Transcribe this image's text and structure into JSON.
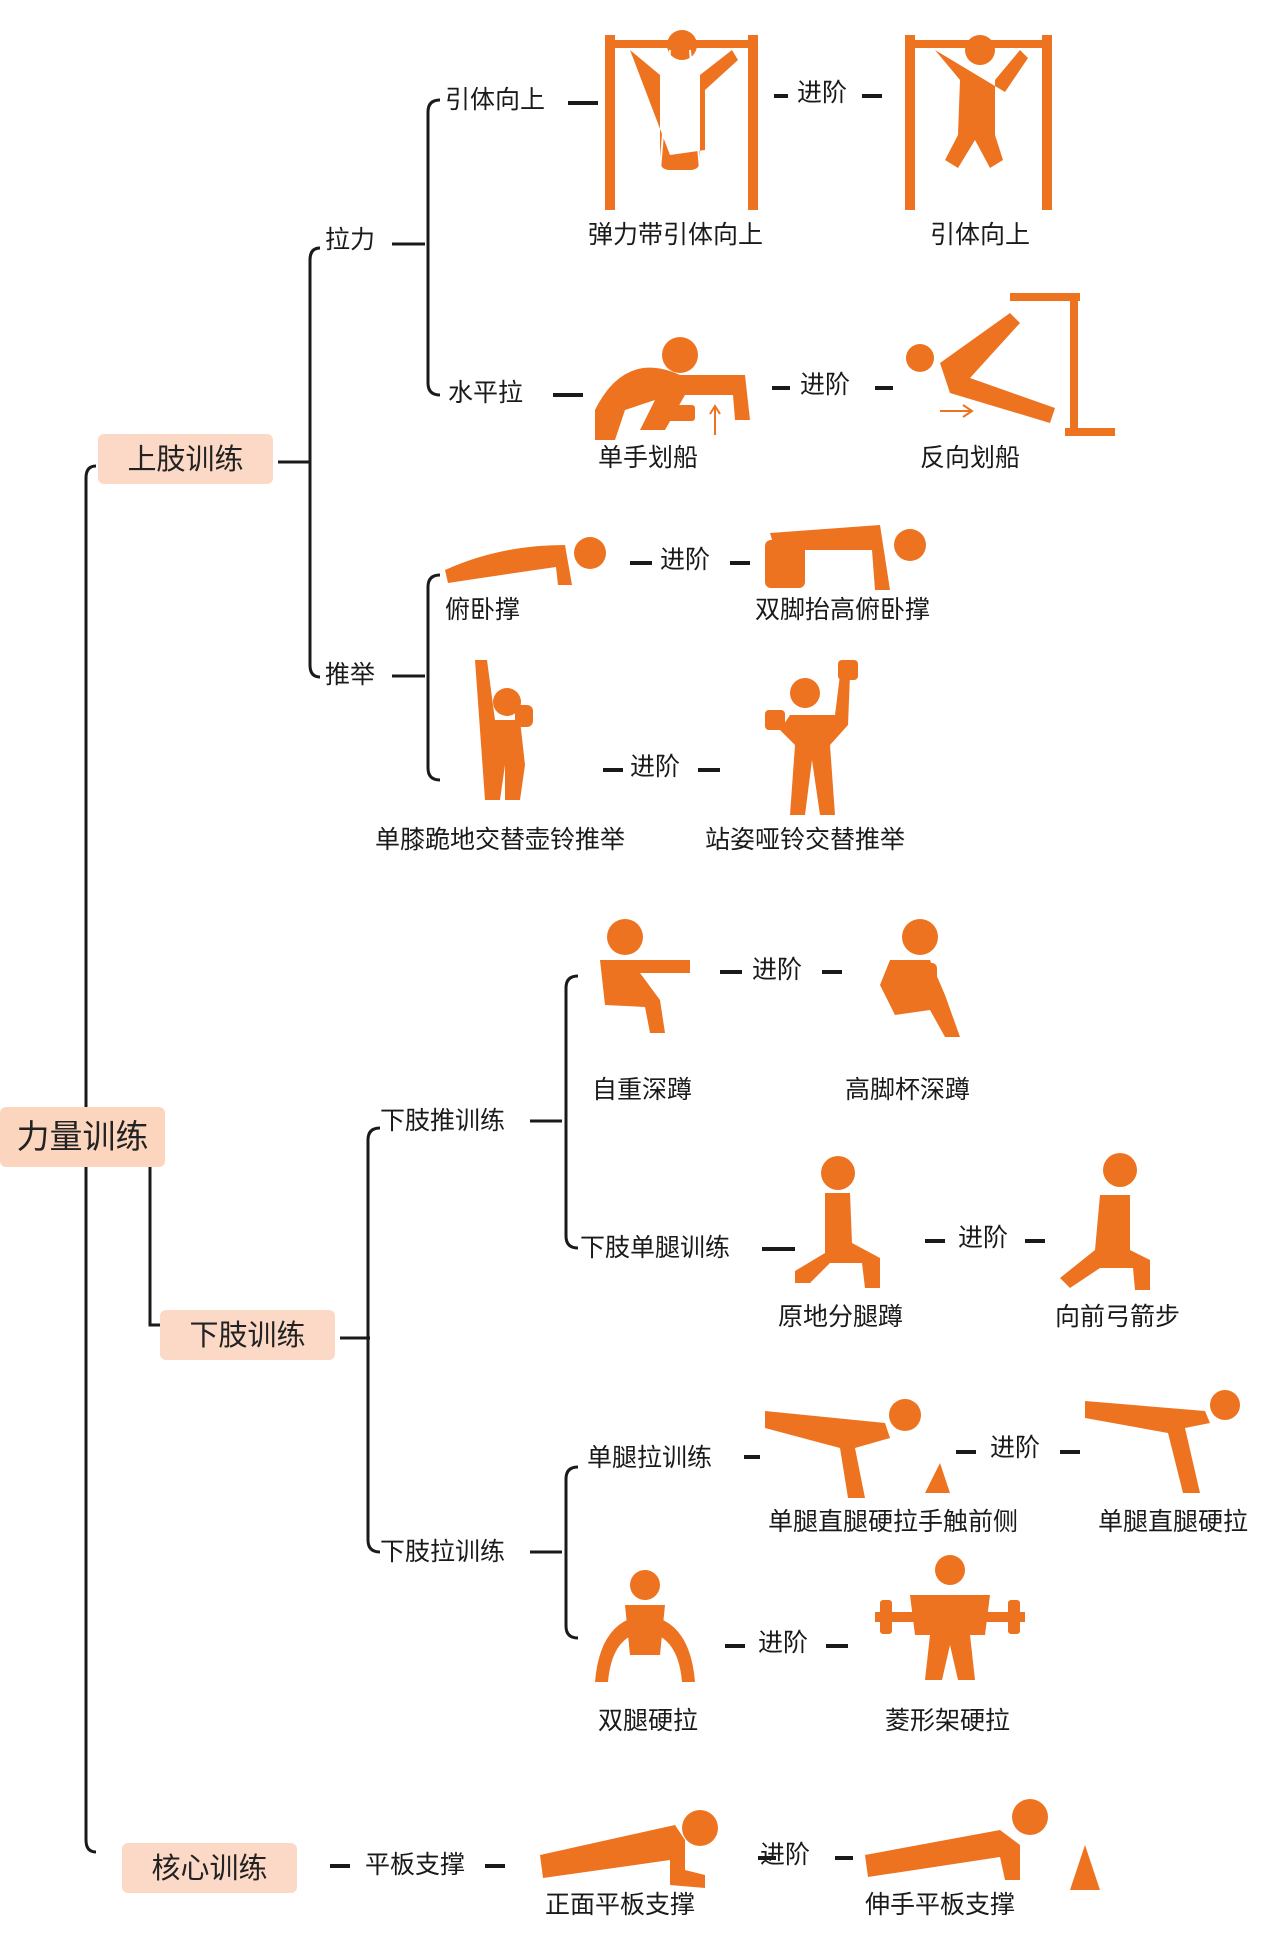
{
  "root": "力量训练",
  "colors": {
    "accent": "#ee7320",
    "pill": "#fbd9c6",
    "line": "#1a1a1a"
  },
  "progress_label": "进阶",
  "upper": {
    "title": "上肢训练",
    "pull": {
      "label": "拉力",
      "pullup": {
        "label": "引体向上",
        "basic": "弹力带引体向上",
        "advanced": "引体向上"
      },
      "row": {
        "label": "水平拉",
        "basic": "单手划船",
        "advanced": "反向划船"
      }
    },
    "push": {
      "label": "推举",
      "pushup": {
        "basic": "俯卧撑",
        "advanced": "双脚抬高俯卧撑"
      },
      "press": {
        "basic": "单膝跪地交替壶铃推举",
        "advanced": "站姿哑铃交替推举"
      }
    }
  },
  "lower": {
    "title": "下肢训练",
    "push": {
      "label": "下肢推训练",
      "squat": {
        "basic": "自重深蹲",
        "advanced": "高脚杯深蹲"
      },
      "single": {
        "label": "下肢单腿训练",
        "basic": "原地分腿蹲",
        "advanced": "向前弓箭步"
      }
    },
    "pull": {
      "label": "下肢拉训练",
      "single": {
        "label": "单腿拉训练",
        "basic": "单腿直腿硬拉手触前侧",
        "advanced": "单腿直腿硬拉"
      },
      "double": {
        "basic": "双腿硬拉",
        "advanced": "菱形架硬拉"
      }
    }
  },
  "core": {
    "title": "核心训练",
    "plank": {
      "label": "平板支撑",
      "basic": "正面平板支撑",
      "advanced": "伸手平板支撑"
    }
  },
  "icons": [
    "band-pullup-icon",
    "pullup-icon",
    "single-arm-row-icon",
    "inverted-row-icon",
    "pushup-icon",
    "feet-elevated-pushup-icon",
    "kneeling-kettlebell-press-icon",
    "standing-dumbbell-press-icon",
    "bodyweight-squat-icon",
    "goblet-squat-icon",
    "split-squat-icon",
    "forward-lunge-icon",
    "single-leg-rdl-touch-icon",
    "single-leg-rdl-icon",
    "deadlift-icon",
    "trap-bar-deadlift-icon",
    "plank-icon",
    "reaching-plank-icon"
  ]
}
